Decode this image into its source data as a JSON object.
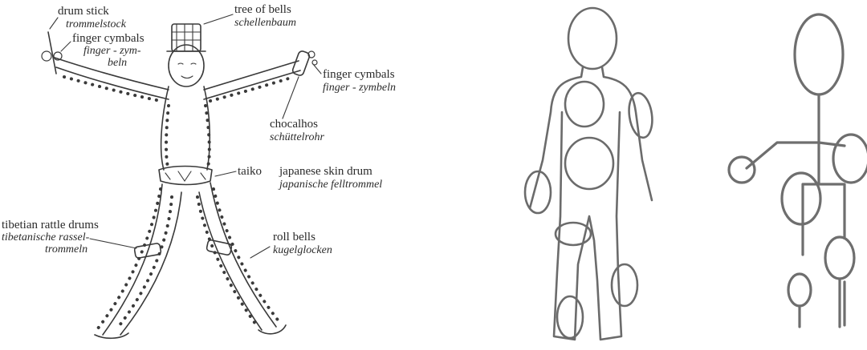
{
  "figure1": {
    "labels": {
      "drum_stick": {
        "en": "drum stick",
        "de": "trommelstock"
      },
      "tree_of_bells": {
        "en": "tree of bells",
        "de": "schellenbaum"
      },
      "finger_cymbals_left": {
        "en": "finger cymbals",
        "de1": "finger - zym-",
        "de2": "beln"
      },
      "finger_cymbals_right": {
        "en": "finger cymbals",
        "de": "finger - zymbeln"
      },
      "chocalhos": {
        "en": "chocalhos",
        "de": "schüttelrohr"
      },
      "taiko": {
        "en": "taiko",
        "en2": "japanese skin drum",
        "de": "japanische felltrommel"
      },
      "tibetan": {
        "en": "tibetian rattle drums",
        "de1": "tibetanische rassel-",
        "de2": "trommeln"
      },
      "roll_bells": {
        "en": "roll bells",
        "de": "kugelglocken"
      }
    }
  }
}
